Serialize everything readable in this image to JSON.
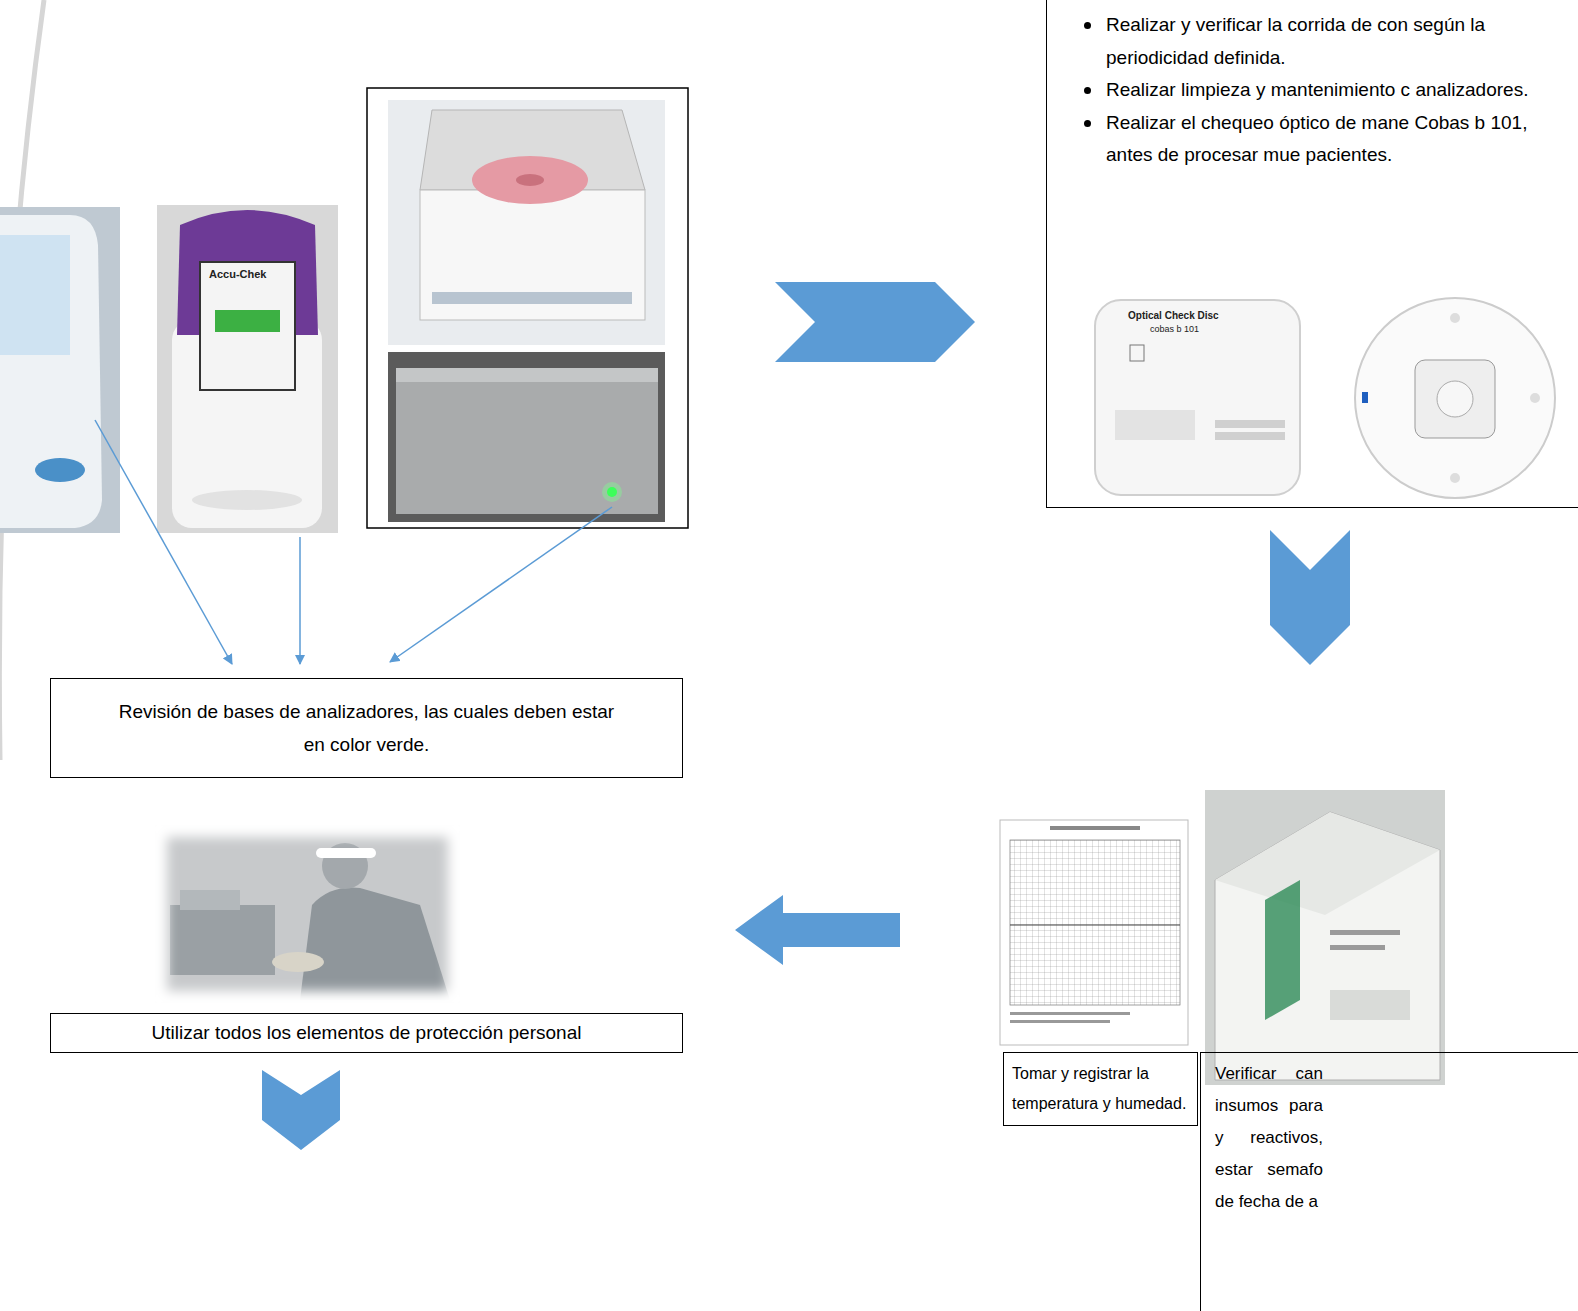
{
  "diagram": {
    "nodes": [
      {
        "text": [
          "Revisión de bases de analizadores, las cuales deben estar en color verde."
        ]
      },
      {
        "text": [
          "Realizar y verificar la corrida de con según la periodicidad definida.",
          "Realizar limpieza y mantenimiento c analizadores.",
          "Realizar el chequeo óptico de mane Cobas b 101, antes de procesar mue pacientes."
        ]
      },
      {
        "text": [
          "Tomar y registrar la temperatura y humedad."
        ]
      },
      {
        "text": [
          "Verificar can insumos para y reactivos, estar semafo de fecha de a"
        ]
      },
      {
        "text": [
          "Utilizar todos los elementos de protección personal"
        ]
      }
    ],
    "edges": [
      {
        "from": 0,
        "to": 1,
        "arrow": "to"
      },
      {
        "from": 1,
        "to": 3,
        "arrow": "to"
      },
      {
        "from": 2,
        "to": 4,
        "arrow": "to"
      }
    ],
    "labels": [
      "Accu-Chek",
      "Optical Check Disc",
      "cobas b 101"
    ]
  }
}
